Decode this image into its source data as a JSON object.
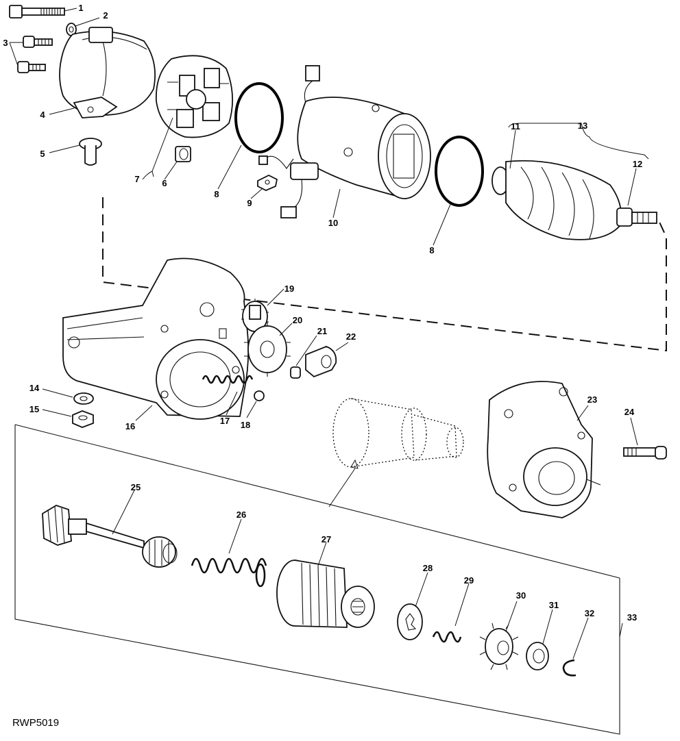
{
  "callouts": {
    "c1": "1",
    "c2": "2",
    "c3": "3",
    "c4": "4",
    "c5": "5",
    "c6": "6",
    "c7": "7",
    "c8a": "8",
    "c8b": "8",
    "c9": "9",
    "c10": "10",
    "c11": "11",
    "c12": "12",
    "c13": "13",
    "c14": "14",
    "c15": "15",
    "c16": "16",
    "c17": "17",
    "c18": "18",
    "c19": "19",
    "c20": "20",
    "c21": "21",
    "c22": "22",
    "c23": "23",
    "c24": "24",
    "c25": "25",
    "c26": "26",
    "c27": "27",
    "c28": "28",
    "c29": "29",
    "c30": "30",
    "c31": "31",
    "c32": "32",
    "c33": "33"
  },
  "figure_code": "RWP5019"
}
